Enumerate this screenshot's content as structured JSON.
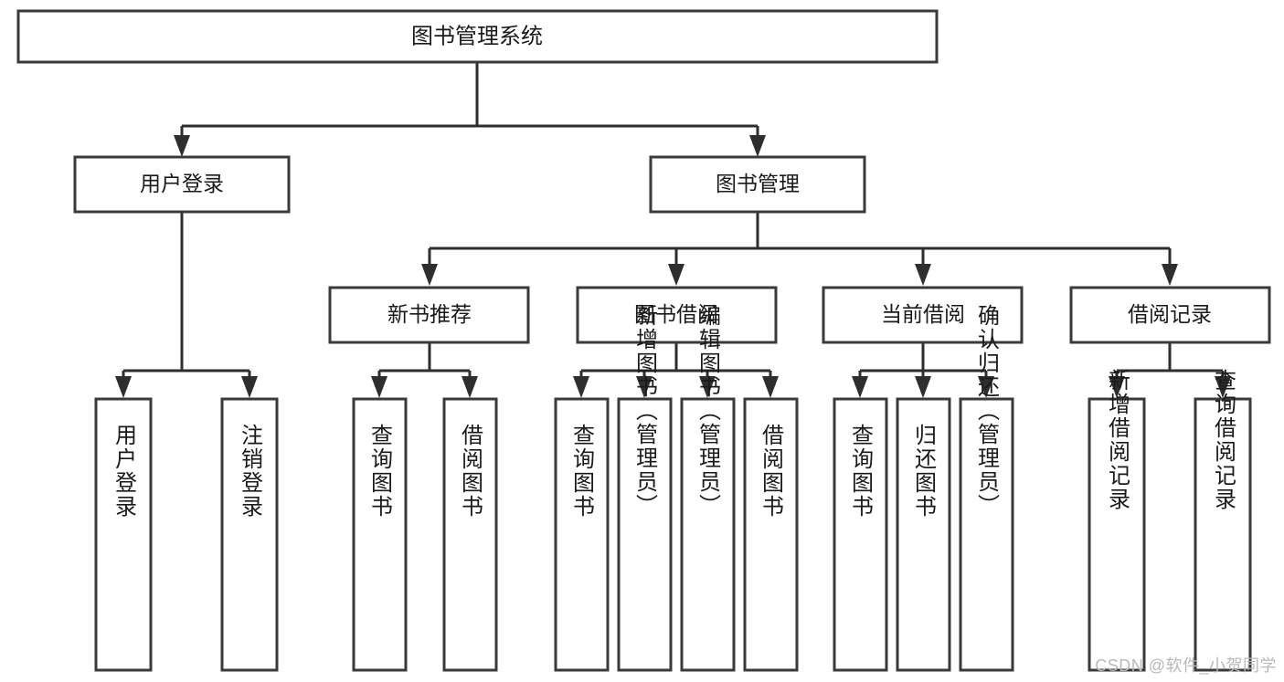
{
  "diagram": {
    "type": "tree",
    "title": "图书管理系统",
    "root": {
      "id": "root",
      "label": "图书管理系统",
      "orientation": "horizontal"
    },
    "level1": [
      {
        "id": "user-login",
        "label": "用户登录",
        "orientation": "horizontal"
      },
      {
        "id": "book-management",
        "label": "图书管理",
        "orientation": "horizontal"
      }
    ],
    "level2": [
      {
        "id": "new-book-recommend",
        "label": "新书推荐",
        "parent": "book-management",
        "orientation": "horizontal"
      },
      {
        "id": "book-borrow",
        "label": "图书借阅",
        "parent": "book-management",
        "orientation": "horizontal"
      },
      {
        "id": "current-borrow",
        "label": "当前借阅",
        "parent": "book-management",
        "orientation": "horizontal"
      },
      {
        "id": "borrow-record",
        "label": "借阅记录",
        "parent": "book-management",
        "orientation": "horizontal"
      }
    ],
    "leaves": [
      {
        "id": "leaf-user-login",
        "label": "用户登录",
        "parent": "user-login",
        "orientation": "vertical"
      },
      {
        "id": "leaf-user-logout",
        "label": "注销登录",
        "parent": "user-login",
        "orientation": "vertical"
      },
      {
        "id": "leaf-query-book-new",
        "label": "查询图书",
        "parent": "new-book-recommend",
        "orientation": "vertical"
      },
      {
        "id": "leaf-borrow-book-new",
        "label": "借阅图书",
        "parent": "new-book-recommend",
        "orientation": "vertical"
      },
      {
        "id": "leaf-query-book-borrow",
        "label": "查询图书",
        "parent": "book-borrow",
        "orientation": "vertical"
      },
      {
        "id": "leaf-add-book-admin",
        "label": "新增图书（管理员）",
        "parent": "book-borrow",
        "orientation": "vertical"
      },
      {
        "id": "leaf-edit-book-admin",
        "label": "编辑图书（管理员）",
        "parent": "book-borrow",
        "orientation": "vertical"
      },
      {
        "id": "leaf-borrow-book",
        "label": "借阅图书",
        "parent": "book-borrow",
        "orientation": "vertical"
      },
      {
        "id": "leaf-query-book-current",
        "label": "查询图书",
        "parent": "current-borrow",
        "orientation": "vertical"
      },
      {
        "id": "leaf-return-book",
        "label": "归还图书",
        "parent": "current-borrow",
        "orientation": "vertical"
      },
      {
        "id": "leaf-confirm-return-admin",
        "label": "确认归还（管理员）",
        "parent": "current-borrow",
        "orientation": "vertical"
      },
      {
        "id": "leaf-add-borrow-record",
        "label": "新增借阅记录",
        "parent": "borrow-record",
        "orientation": "vertical"
      },
      {
        "id": "leaf-query-borrow-record",
        "label": "查询借阅记录",
        "parent": "borrow-record",
        "orientation": "vertical"
      }
    ]
  },
  "colors": {
    "box_stroke": "#3a3a3a",
    "edge_stroke": "#2e2e2e",
    "box_fill": "#ffffff",
    "text": "#1a1a1a",
    "watermark": "#b9b9b9",
    "background": "#ffffff"
  },
  "watermark": {
    "text": "CSDN @软件_小贺同学"
  }
}
